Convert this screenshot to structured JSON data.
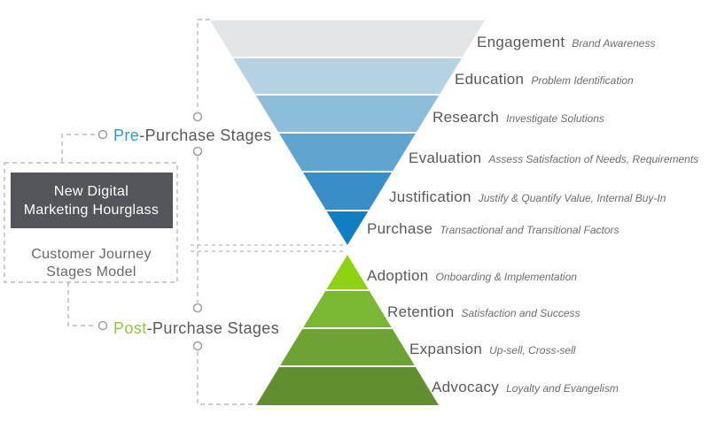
{
  "titleBox": {
    "line1": "New Digital",
    "line2": "Marketing Hourglass"
  },
  "subtitle": {
    "line1": "Customer Journey",
    "line2": "Stages Model"
  },
  "preLabel": {
    "prefix": "Pre",
    "rest": "-Purchase Stages"
  },
  "postLabel": {
    "prefix": "Post",
    "rest": "-Purchase Stages"
  },
  "colors": {
    "preAccent": "#2e9bd5",
    "postAccent": "#8ec63f",
    "titleBoxBg": "#54555a",
    "titleBoxText": "#ffffff",
    "stageLabel": "#58595b",
    "stageSub": "#6d6e71",
    "connector": "#b7b9bb"
  },
  "funnel": {
    "stages": [
      {
        "name": "Engagement",
        "desc": "Brand Awareness",
        "color": "#e4e5e6"
      },
      {
        "name": "Education",
        "desc": "Problem Identification",
        "color": "#b5d2e3"
      },
      {
        "name": "Research",
        "desc": "Investigate Solutions",
        "color": "#8cbedb"
      },
      {
        "name": "Evaluation",
        "desc": "Assess Satisfaction of Needs, Requirements",
        "color": "#5fa5d0"
      },
      {
        "name": "Justification",
        "desc": "Justify & Quantify Value, Internal Buy-In",
        "color": "#3a8ec6"
      },
      {
        "name": "Purchase",
        "desc": "Transactional and Transitional Factors",
        "color": "#0f7ec3"
      }
    ]
  },
  "pyramid": {
    "stages": [
      {
        "name": "Adoption",
        "desc": "Onboarding & Implementation",
        "color": "#8ed313"
      },
      {
        "name": "Retention",
        "desc": "Satisfaction and Success",
        "color": "#7ab733"
      },
      {
        "name": "Expansion",
        "desc": "Up-sell, Cross-sell",
        "color": "#6da334"
      },
      {
        "name": "Advocacy",
        "desc": "Loyalty and Evangelism",
        "color": "#618e2f"
      }
    ]
  }
}
